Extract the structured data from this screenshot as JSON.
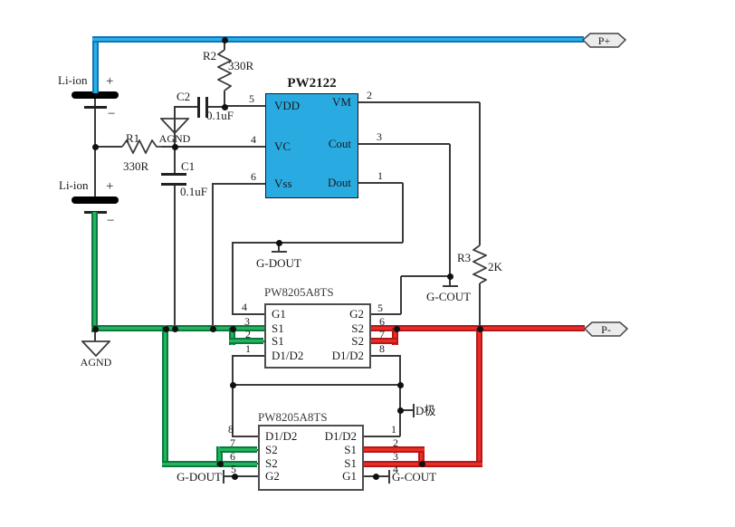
{
  "ics": {
    "controller": {
      "title": "PW2122",
      "pins_left": [
        {
          "num": "5",
          "name": "VDD"
        },
        {
          "num": "4",
          "name": "VC"
        },
        {
          "num": "6",
          "name": "Vss"
        }
      ],
      "pins_right": [
        {
          "num": "2",
          "name": "VM"
        },
        {
          "num": "3",
          "name": "Cout"
        },
        {
          "num": "1",
          "name": "Dout"
        }
      ]
    },
    "mosfet_top": {
      "title": "PW8205A8TS",
      "pins_left": [
        {
          "num": "4",
          "name": "G1"
        },
        {
          "num": "3",
          "name": "S1"
        },
        {
          "num": "2",
          "name": "S1"
        },
        {
          "num": "1",
          "name": "D1/D2"
        }
      ],
      "pins_right": [
        {
          "num": "5",
          "name": "G2"
        },
        {
          "num": "6",
          "name": "S2"
        },
        {
          "num": "7",
          "name": "S2"
        },
        {
          "num": "8",
          "name": "D1/D2"
        }
      ]
    },
    "mosfet_bottom": {
      "title": "PW8205A8TS",
      "pins_left": [
        {
          "num": "8",
          "name": "D1/D2"
        },
        {
          "num": "7",
          "name": "S2"
        },
        {
          "num": "6",
          "name": "S2"
        },
        {
          "num": "5",
          "name": "G2"
        }
      ],
      "pins_right": [
        {
          "num": "1",
          "name": "D1/D2"
        },
        {
          "num": "2",
          "name": "S1"
        },
        {
          "num": "3",
          "name": "S1"
        },
        {
          "num": "4",
          "name": "G1"
        }
      ]
    }
  },
  "components": {
    "battery1": {
      "label": "Li-ion",
      "plus": "+",
      "minus": "−"
    },
    "battery2": {
      "label": "Li-ion",
      "plus": "+",
      "minus": "−"
    },
    "r1": {
      "ref": "R1",
      "value": "330R"
    },
    "r2": {
      "ref": "R2",
      "value": "330R"
    },
    "r3": {
      "ref": "R3",
      "value": "2K"
    },
    "c1": {
      "ref": "C1",
      "value": "0.1uF"
    },
    "c2": {
      "ref": "C2",
      "value": "0.1uF"
    }
  },
  "nets": {
    "p_plus": "P+",
    "p_minus": "P-",
    "agnd_top": "AGND",
    "agnd_bottom": "AGND",
    "g_dout_top": "G-DOUT",
    "g_cout_top": "G-COUT",
    "g_dout_bottom": "G-DOUT",
    "g_cout_bottom": "G-COUT",
    "d_pole": "D极"
  },
  "colors": {
    "positive_rail": "#29abe2",
    "battery_minus_rail": "#25b45c",
    "pack_minus_rail": "#ec2d24",
    "ic_fill": "#29abe2"
  }
}
